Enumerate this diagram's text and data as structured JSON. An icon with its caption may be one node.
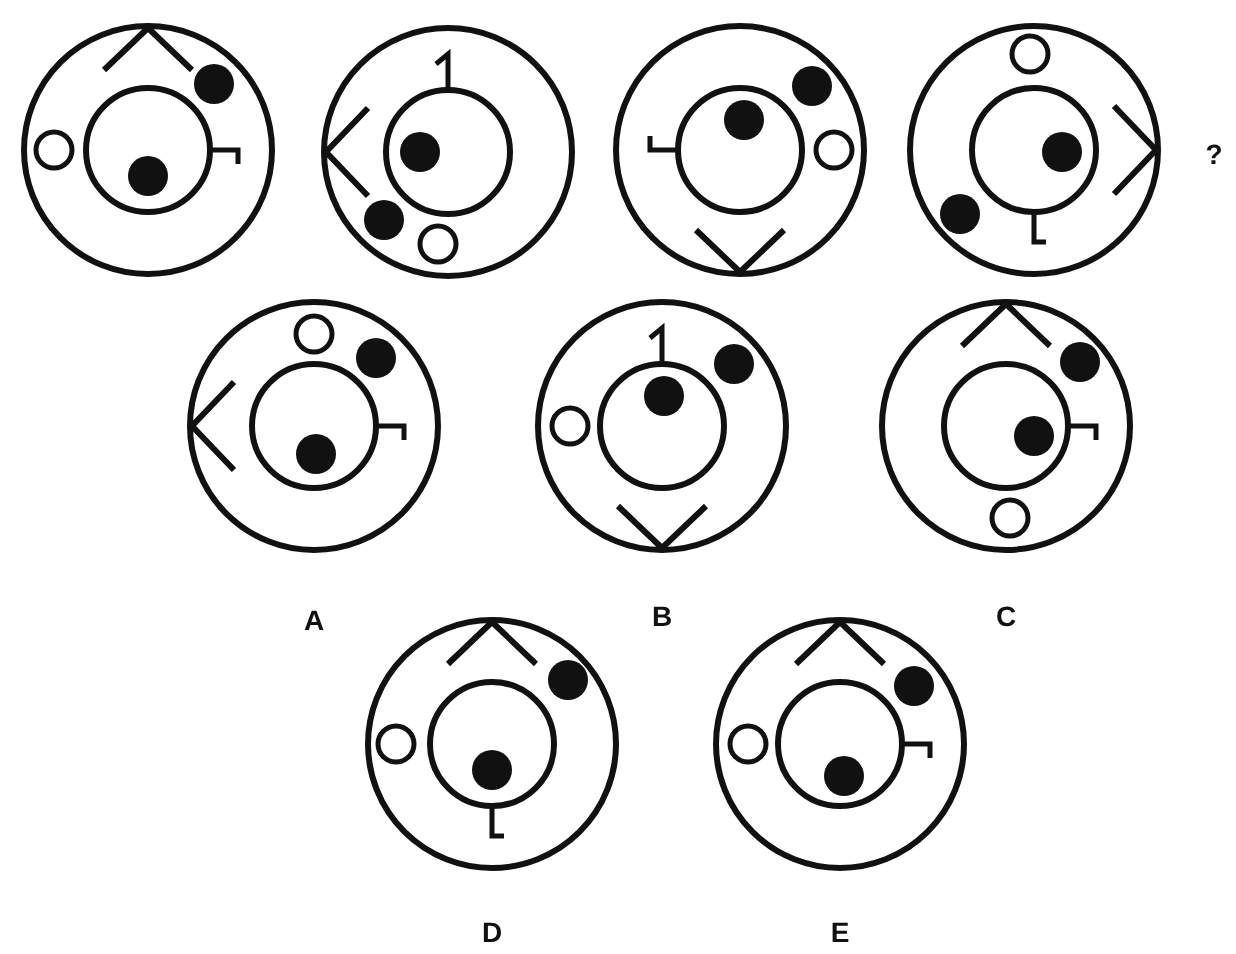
{
  "diagram": {
    "labels": [
      "?",
      "A",
      "B",
      "C",
      "D",
      "E"
    ]
  }
}
